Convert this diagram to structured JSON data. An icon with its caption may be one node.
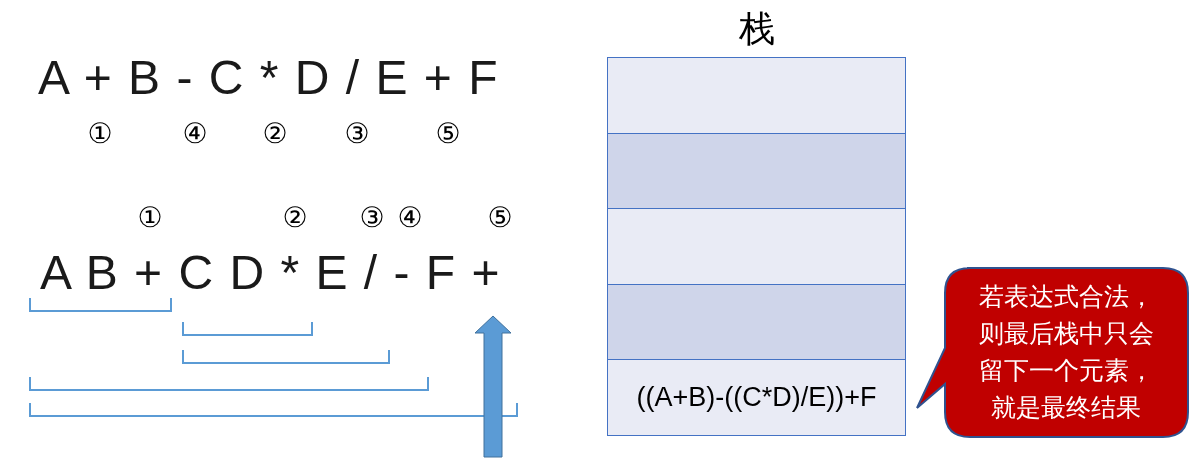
{
  "diagram": {
    "nodes": [
      {
        "text": [
          "栈"
        ]
      },
      {
        "text": [],
        "shape": "box",
        "in": 0
      },
      {
        "text": [],
        "shape": "box",
        "in": 0
      },
      {
        "text": [],
        "shape": "box",
        "in": 0
      },
      {
        "text": [],
        "shape": "box",
        "in": 0
      },
      {
        "text": [
          "((A+B)-((C*D)/E))+F"
        ],
        "in": 0
      },
      {
        "text": [
          "若表达式合法，则最后栈中只会留下一个元素，就是最终结果"
        ]
      }
    ],
    "labels": [
      "A + B - C * D / E + F",
      "①",
      "④",
      "②",
      "③",
      "⑤",
      "A B + C D * E / - F +",
      "①",
      "②",
      "③",
      "④",
      "⑤"
    ]
  }
}
